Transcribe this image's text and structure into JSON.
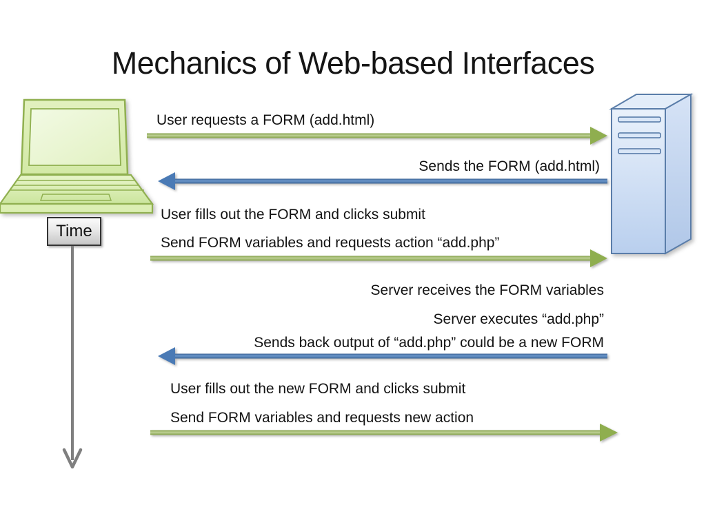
{
  "slide": {
    "title": "Mechanics of Web-based Interfaces",
    "time_label": "Time",
    "client_icon": "laptop-icon",
    "server_icon": "server-tower-icon",
    "steps": [
      {
        "id": 1,
        "text": "User requests a FORM (add.html)",
        "arrow": "right",
        "arrow_color": "green",
        "from": "client",
        "to": "server"
      },
      {
        "id": 2,
        "text": "Sends the FORM (add.html)",
        "arrow": "left",
        "arrow_color": "blue",
        "from": "server",
        "to": "client"
      },
      {
        "id": 3,
        "text": "User fills out the FORM and clicks submit",
        "arrow": "none"
      },
      {
        "id": 4,
        "text": "Send FORM variables and requests action “add.php”",
        "arrow": "right",
        "arrow_color": "green",
        "from": "client",
        "to": "server"
      },
      {
        "id": 5,
        "text": "Server receives the FORM variables",
        "arrow": "none"
      },
      {
        "id": 6,
        "text": "Server executes “add.php”",
        "arrow": "none"
      },
      {
        "id": 7,
        "text": "Sends back output of “add.php” could be a new FORM",
        "arrow": "left",
        "arrow_color": "blue",
        "from": "server",
        "to": "client"
      },
      {
        "id": 8,
        "text": "User fills out the new FORM and clicks submit",
        "arrow": "none"
      },
      {
        "id": 9,
        "text": "Send FORM variables and requests new action",
        "arrow": "right",
        "arrow_color": "green",
        "from": "client",
        "to": "server"
      }
    ],
    "colors": {
      "background": "#ffffff",
      "title_text": "#151515",
      "label_text": "#131313",
      "green_arrow": "#9bbb59",
      "green_arrow_edge": "#7e9b43",
      "blue_arrow": "#4f81bd",
      "blue_arrow_edge": "#3a5f91",
      "laptop_fill": "#e7f4cb",
      "laptop_stroke": "#90b050",
      "server_fill": "#d3e2f4",
      "server_stroke": "#5a7da9",
      "time_box_fill": "#d9d9d9",
      "time_box_border": "#333333",
      "time_axis": "#7f7f7f"
    }
  }
}
